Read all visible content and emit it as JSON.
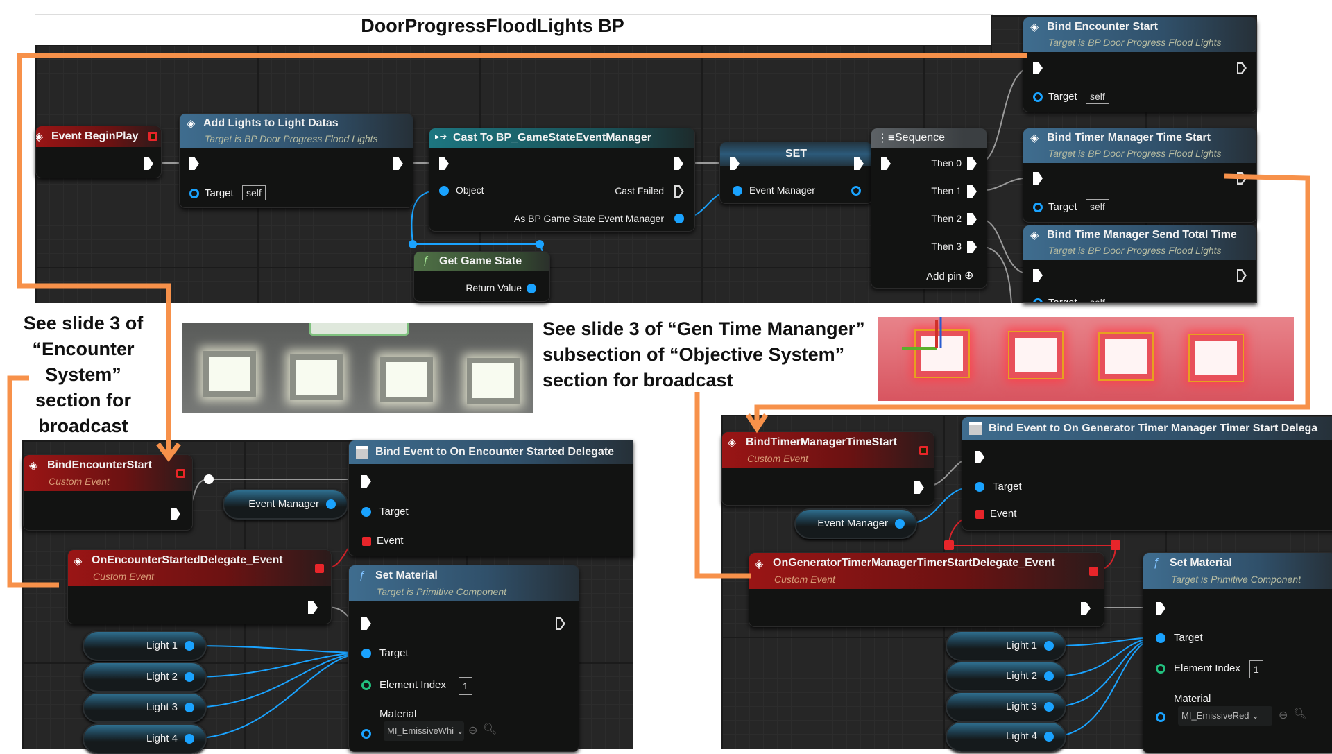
{
  "title": "DoorProgressFloodLights BP",
  "top": {
    "begin_play": {
      "title": "Event BeginPlay"
    },
    "add_lights": {
      "title": "Add Lights to Light Datas",
      "subtitle": "Target is BP Door Progress Flood Lights",
      "target_label": "Target",
      "target_value": "self"
    },
    "cast": {
      "title": "Cast To BP_GameStateEventManager",
      "object_label": "Object",
      "cast_failed_label": "Cast Failed",
      "as_label": "As BP Game State Event Manager"
    },
    "get_game_state": {
      "title": "Get Game State",
      "return_label": "Return Value"
    },
    "set": {
      "title": "SET",
      "event_manager_label": "Event Manager"
    },
    "sequence": {
      "title": "Sequence",
      "outputs": [
        "Then 0",
        "Then 1",
        "Then 2",
        "Then 3"
      ],
      "add_pin": "Add pin"
    },
    "bind_encounter_start": {
      "title": "Bind Encounter Start",
      "subtitle": "Target is BP Door Progress Flood Lights",
      "target_label": "Target",
      "target_value": "self"
    },
    "bind_timer_start": {
      "title": "Bind Timer Manager Time Start",
      "subtitle": "Target is BP Door Progress Flood Lights",
      "target_label": "Target",
      "target_value": "self"
    },
    "bind_send_total": {
      "title": "Bind Time Manager Send Total Time",
      "subtitle": "Target is BP Door Progress Flood Lights",
      "target_label": "Target",
      "target_value": "self"
    }
  },
  "notes": {
    "left": [
      "See slide 3 of",
      "“Encounter",
      "System”",
      "section for",
      "broadcast"
    ],
    "middle": [
      "See slide 3 of “Gen Time Mananger”",
      "subsection of “Objective System”",
      "section for broadcast"
    ]
  },
  "bottom_left": {
    "custom_event": {
      "title": "BindEncounterStart",
      "subtitle": "Custom Event"
    },
    "event_manager": "Event Manager",
    "bind_event": {
      "title": "Bind Event to On Encounter Started Delegate",
      "target_label": "Target",
      "event_label": "Event"
    },
    "delegate_event": {
      "title": "OnEncounterStartedDelegate_Event",
      "subtitle": "Custom Event"
    },
    "set_material": {
      "title": "Set Material",
      "subtitle": "Target is Primitive Component",
      "target_label": "Target",
      "index_label": "Element Index",
      "index_value": "1",
      "material_label": "Material",
      "material_value": "MI_EmissiveWhi"
    },
    "lights": [
      "Light 1",
      "Light 2",
      "Light 3",
      "Light 4"
    ]
  },
  "bottom_right": {
    "custom_event": {
      "title": "BindTimerManagerTimeStart",
      "subtitle": "Custom Event"
    },
    "event_manager": "Event Manager",
    "bind_event": {
      "title": "Bind Event to On Generator Timer Manager Timer Start Delega",
      "target_label": "Target",
      "event_label": "Event"
    },
    "delegate_event": {
      "title": "OnGeneratorTimerManagerTimerStartDelegate_Event",
      "subtitle": "Custom Event"
    },
    "set_material": {
      "title": "Set Material",
      "subtitle": "Target is Primitive Component",
      "target_label": "Target",
      "index_label": "Element Index",
      "index_value": "1",
      "material_label": "Material",
      "material_value": "MI_EmissiveRed"
    },
    "lights": [
      "Light 1",
      "Light 2",
      "Light 3",
      "Light 4"
    ]
  },
  "colors": {
    "annotation": "#f7914a",
    "exec": "#ffffff",
    "object_pin": "#1aa3ff",
    "delegate_pin": "#e8252a",
    "int_pin": "#22c07e"
  }
}
